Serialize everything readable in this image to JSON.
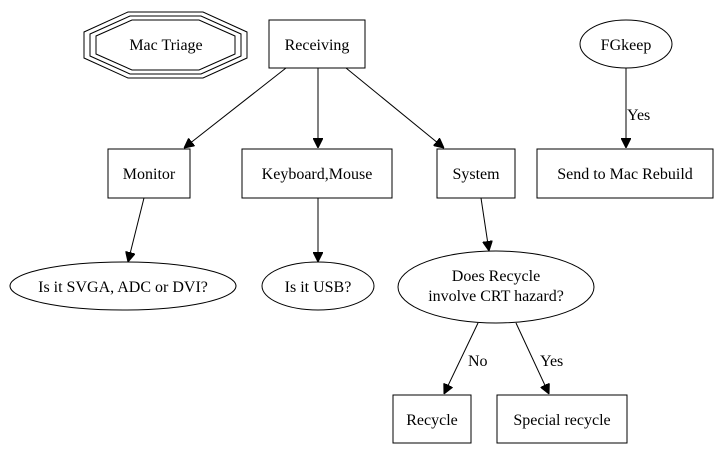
{
  "diagram": {
    "type": "flowchart",
    "nodes": [
      {
        "id": "mac_triage",
        "label": "Mac Triage",
        "shape": "tripleoctagon"
      },
      {
        "id": "receiving",
        "label": "Receiving",
        "shape": "box"
      },
      {
        "id": "fgkeep",
        "label": "FGkeep",
        "shape": "ellipse"
      },
      {
        "id": "monitor",
        "label": "Monitor",
        "shape": "box"
      },
      {
        "id": "keyboard_mouse",
        "label": "Keyboard,Mouse",
        "shape": "box"
      },
      {
        "id": "system",
        "label": "System",
        "shape": "box"
      },
      {
        "id": "send_to_mac_rebuild",
        "label": "Send to Mac Rebuild",
        "shape": "box"
      },
      {
        "id": "svga_q",
        "label": "Is it SVGA, ADC or DVI?",
        "shape": "ellipse"
      },
      {
        "id": "usb_q",
        "label": "Is it USB?",
        "shape": "ellipse"
      },
      {
        "id": "crt_q",
        "label_line1": "Does Recycle",
        "label_line2": "involve CRT hazard?",
        "shape": "ellipse"
      },
      {
        "id": "recycle",
        "label": "Recycle",
        "shape": "box"
      },
      {
        "id": "special_recycle",
        "label": "Special recycle",
        "shape": "box"
      }
    ],
    "edges": [
      {
        "from": "receiving",
        "to": "monitor",
        "label": ""
      },
      {
        "from": "receiving",
        "to": "keyboard_mouse",
        "label": ""
      },
      {
        "from": "receiving",
        "to": "system",
        "label": ""
      },
      {
        "from": "fgkeep",
        "to": "send_to_mac_rebuild",
        "label": "Yes"
      },
      {
        "from": "monitor",
        "to": "svga_q",
        "label": ""
      },
      {
        "from": "keyboard_mouse",
        "to": "usb_q",
        "label": ""
      },
      {
        "from": "system",
        "to": "crt_q",
        "label": ""
      },
      {
        "from": "crt_q",
        "to": "recycle",
        "label": "No"
      },
      {
        "from": "crt_q",
        "to": "special_recycle",
        "label": "Yes"
      }
    ]
  }
}
